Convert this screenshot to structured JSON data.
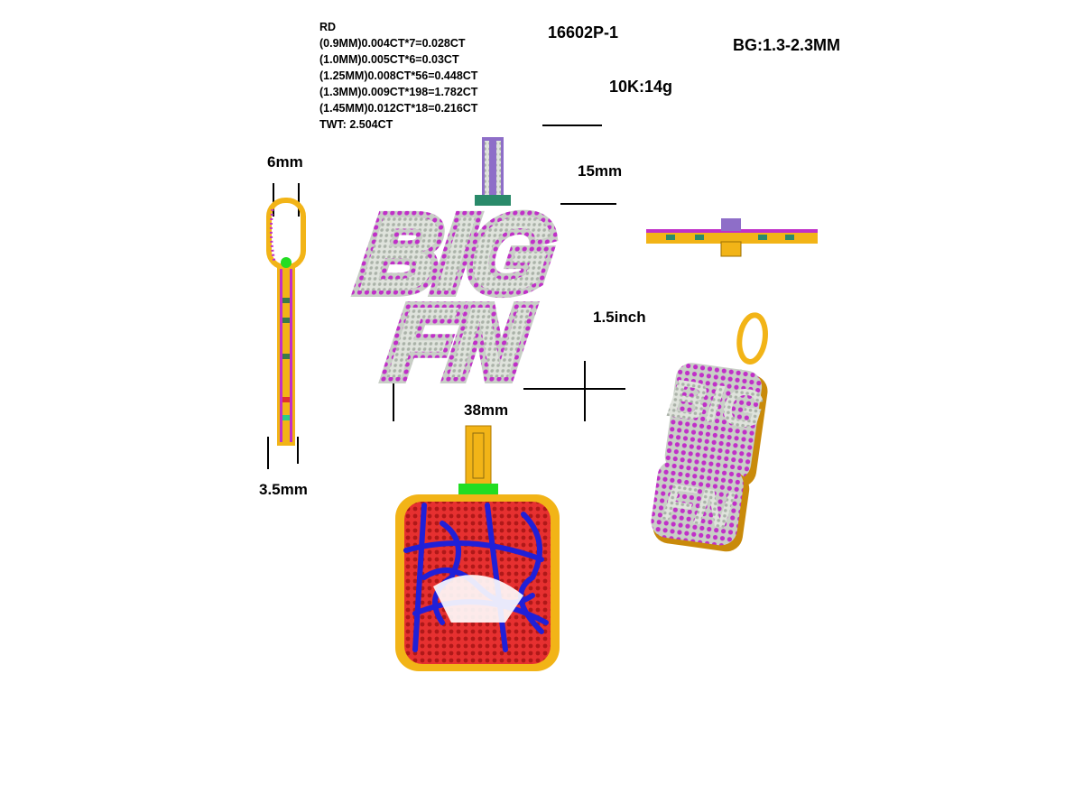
{
  "spec": {
    "stone_type": "RD",
    "lines": [
      "(0.9MM)0.004CT*7=0.028CT",
      "(1.0MM)0.005CT*6=0.03CT",
      "(1.25MM)0.008CT*56=0.448CT",
      "(1.3MM)0.009CT*198=1.782CT",
      "(1.45MM)0.012CT*18=0.216CT"
    ],
    "total": "TWT:  2.504CT"
  },
  "sku": "16602P-1",
  "baguette": "BG:1.3-2.3MM",
  "metal_weight": "10K:14g",
  "dimensions": {
    "bail_width": "6mm",
    "bail_height": "15mm",
    "height_inch": "1.5inch",
    "width": "38mm",
    "thickness": "3.5mm"
  },
  "pendant_text": {
    "line1": "BIG",
    "line2": "FN"
  },
  "colors": {
    "gold": "#f2b417",
    "gold_dark": "#c98a0a",
    "pave_magenta": "#c030c8",
    "pave_silver": "#c8d0c8",
    "green_jumpring": "#22dd22",
    "back_red": "#e02020",
    "back_blue": "#2020d8"
  }
}
